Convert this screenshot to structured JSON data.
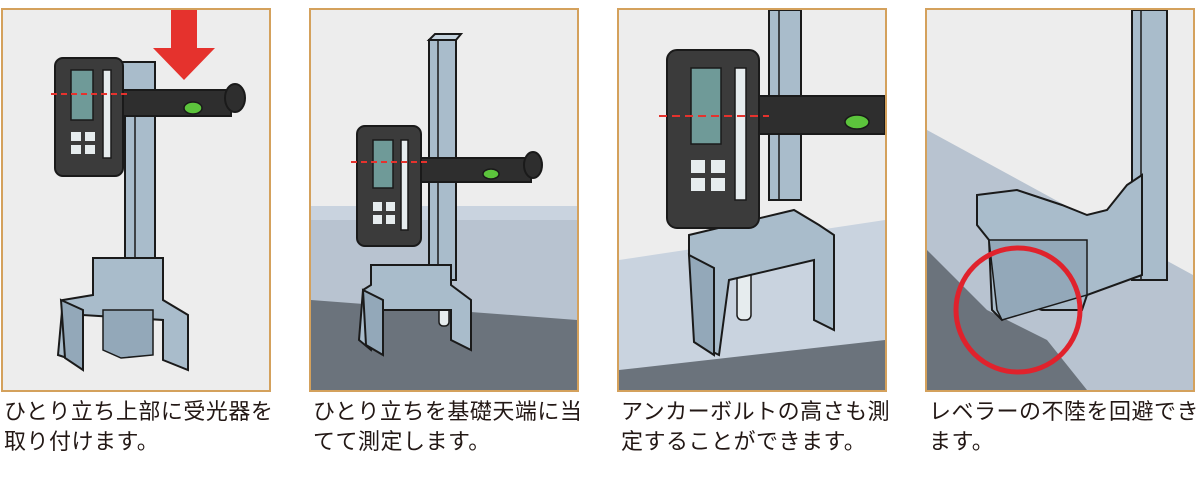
{
  "steps": [
    {
      "caption": "ひとり立ち上部に受光器を取り付けます。",
      "highlight": "down-arrow"
    },
    {
      "caption": "ひとり立ちを基礎天端に当てて測定します。"
    },
    {
      "caption": "アンカーボルトの高さも測定することができます。"
    },
    {
      "caption": "レベラーの不陸を回避できます。",
      "highlight": "circle"
    }
  ],
  "colors": {
    "frame": "#d4a15c",
    "metal": "#a9bccb",
    "receiver_body": "#3b3b3b",
    "display": "#6f9a98",
    "laser": "#e5322d",
    "vial": "#5cc43c",
    "arrow": "#e5322d",
    "circle": "#e0222c"
  }
}
